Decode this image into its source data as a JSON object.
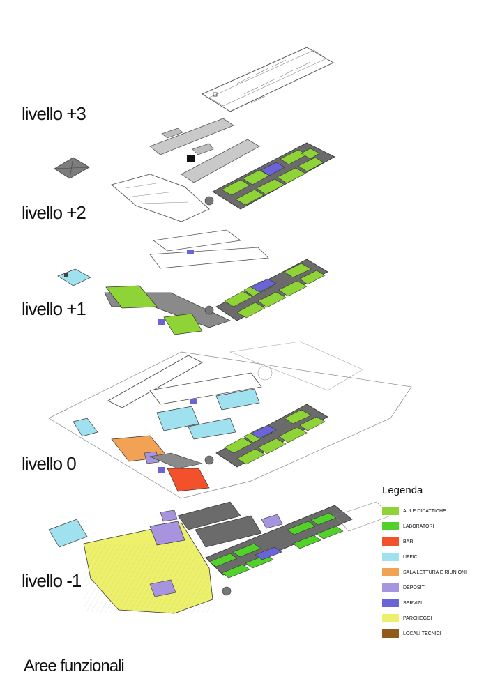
{
  "levels": [
    {
      "label": "livello +3"
    },
    {
      "label": "livello +2"
    },
    {
      "label": "livello +1"
    },
    {
      "label": "livello 0"
    },
    {
      "label": "livello -1"
    }
  ],
  "legend": {
    "title": "Legenda",
    "items": [
      {
        "label": "AULE DIDATTICHE",
        "color": "#8fd436"
      },
      {
        "label": "LABORATORI",
        "color": "#52d12a"
      },
      {
        "label": "BAR",
        "color": "#f2512b"
      },
      {
        "label": "UFFICI",
        "color": "#9fe1ee"
      },
      {
        "label": "SALA LETTURA E RIUNIONI",
        "color": "#f2a255"
      },
      {
        "label": "DEPOSITI",
        "color": "#a794de"
      },
      {
        "label": "SERVIZI",
        "color": "#6b63d8"
      },
      {
        "label": "PARCHEGGI",
        "color": "#ecf06a"
      },
      {
        "label": "LOCALI TECNICI",
        "color": "#8f5a1a"
      }
    ]
  },
  "footer": {
    "title": "Aree funzionali"
  },
  "colors": {
    "outline": "#444444",
    "corridor": "#8a8a8a",
    "roof": "#b5b5b5"
  }
}
